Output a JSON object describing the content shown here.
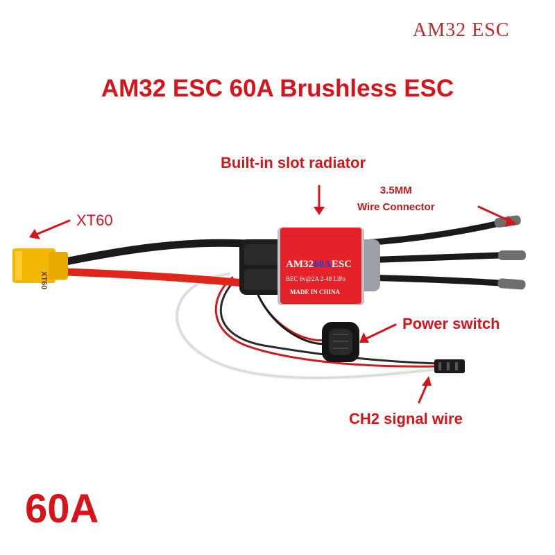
{
  "brand": "AM32 ESC",
  "title": "AM32 ESC 60A Brushless ESC",
  "labels": {
    "radiator": "Built-in slot radiator",
    "xt60": "XT60",
    "connector_line1": "3.5MM",
    "connector_line2": "Wire Connector",
    "power_switch": "Power switch",
    "ch2": "CH2 signal wire"
  },
  "esc_label": {
    "model_prefix": "AM32",
    "model_amps": "60A",
    "model_suffix": "ESC",
    "spec": "BEC 6v@2A 2-48 LiPo",
    "origin": "MADE IN CHINA"
  },
  "xt60_marking": "XT60",
  "current_rating": "60A",
  "colors": {
    "accent": "#d7141a",
    "esc_body": "#e5222a",
    "wire_black": "#1a1a1a",
    "wire_red": "#e0261b",
    "connector_yellow": "#f2b705"
  }
}
